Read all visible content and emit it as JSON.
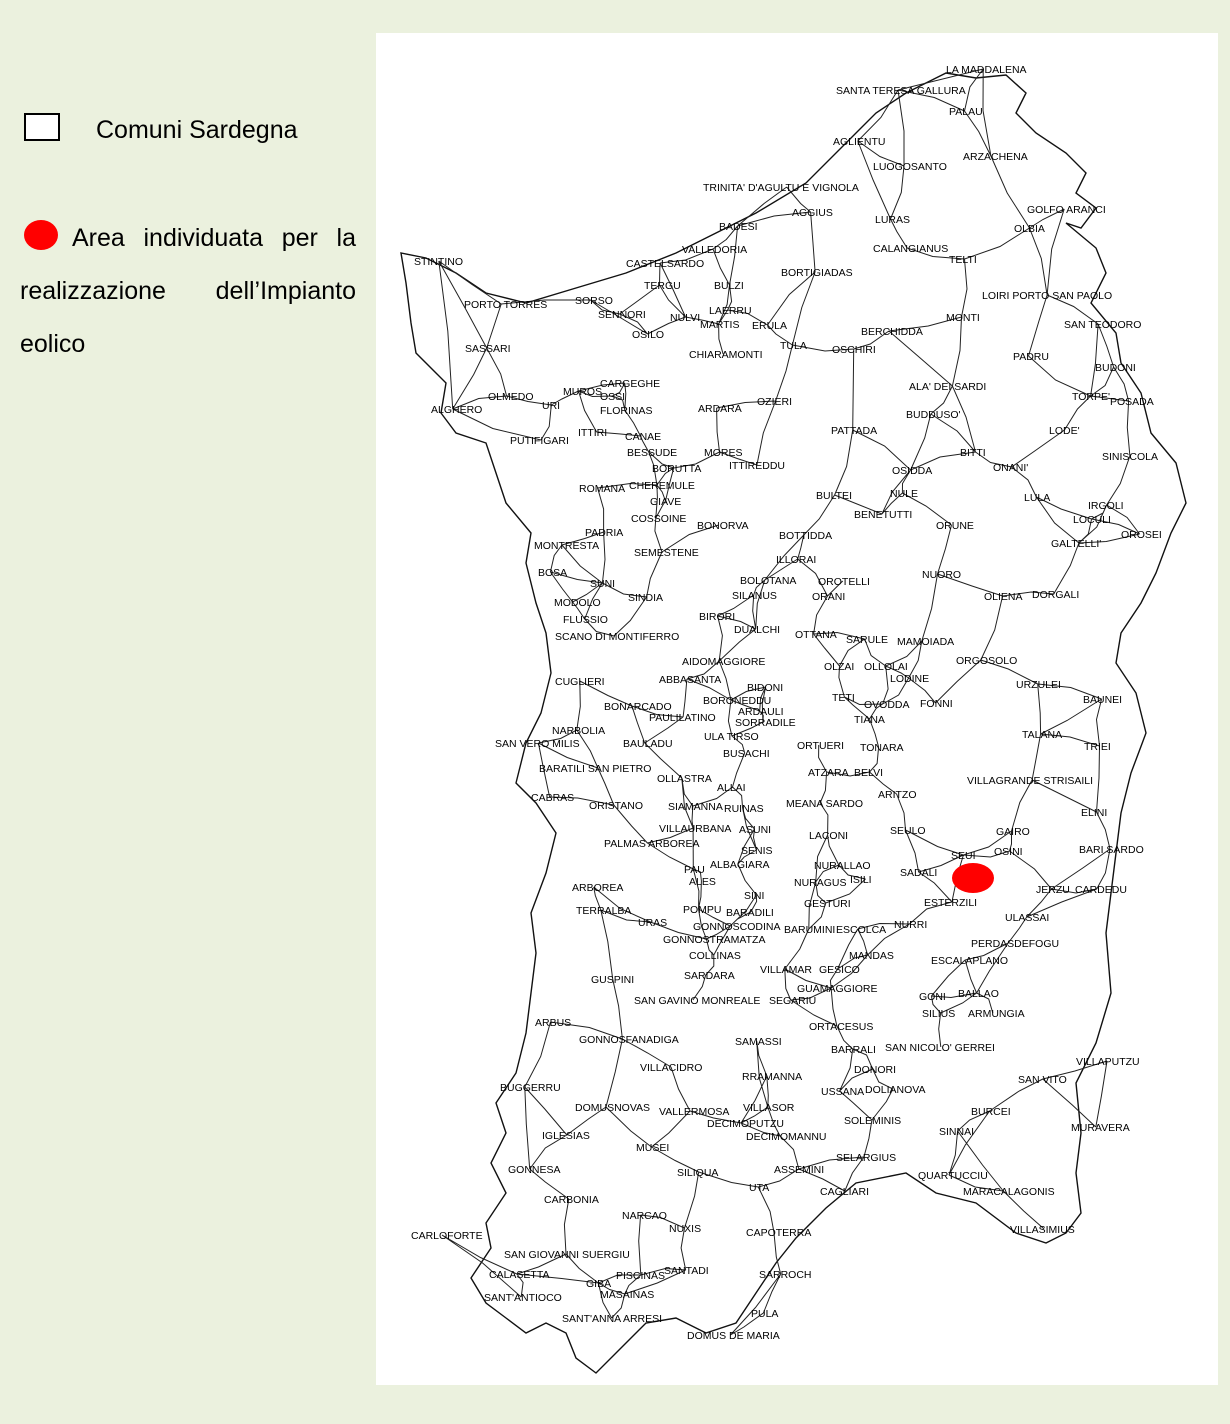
{
  "legend": {
    "comuni_label": "Comuni Sardegna",
    "area_label": "Area individuata per la realizzazione dell’Impianto eolico",
    "area_color": "#ff0000",
    "comuni_symbol": "white square with black outline"
  },
  "map": {
    "town_labels": [
      "LA MADDALENA",
      "SANTA TERESA GALLURA",
      "PALAU",
      "AGLIENTU",
      "ARZACHENA",
      "LUOGOSANTO",
      "TRINITA' D'AGULTU E VIGNOLA",
      "AGGIUS",
      "LURAS",
      "GOLFO ARANCI",
      "OLBIA",
      "BADESI",
      "VALLEDORIA",
      "CALANGIANUS",
      "TELTI",
      "STINTINO",
      "CASTELSARDO",
      "BORTIGIADAS",
      "TERGU",
      "BULZI",
      "LOIRI PORTO SAN PAOLO",
      "PORTO TORRES",
      "SORSO",
      "SENNORI",
      "NULVI",
      "LAERRU",
      "MARTIS",
      "ERULA",
      "MONTI",
      "SAN TEODORO",
      "BERCHIDDA",
      "OSILO",
      "SASSARI",
      "TULA",
      "OSCHIRI",
      "CHIARAMONTI",
      "PADRU",
      "BUDONI",
      "CARGEGHE",
      "OLMEDO",
      "MUROS",
      "OSSI",
      "ALA' DEI SARDI",
      "TORPE'",
      "POSADA",
      "ALGHERO",
      "URI",
      "FLORINAS",
      "ARDARA",
      "OZIERI",
      "BUDDUSO'",
      "ITTIRI",
      "PUTIFIGARI",
      "CANAE",
      "LODE'",
      "PATTADA",
      "BESSUDE",
      "MORES",
      "BITTI",
      "ONANI'",
      "SINISCOLA",
      "BORUTTA",
      "ITTIREDDU",
      "OSIDDA",
      "ROMANA",
      "CHEREMULE",
      "NULE",
      "LULA",
      "IRGOLI",
      "GIAVE",
      "BULTEI",
      "BENETUTTI",
      "COSSOINE",
      "LOCULI",
      "ORUNE",
      "BONORVA",
      "OROSEI",
      "GALTELLI'",
      "PADRIA",
      "BOTTIDDA",
      "MONTRESTA",
      "SEMESTENE",
      "ILLORAI",
      "BOSA",
      "SUNI",
      "BOLOTANA",
      "OROTELLI",
      "NUORO",
      "SINDIA",
      "SILANUS",
      "ORANI",
      "OLIENA",
      "DORGALI",
      "MODOLO",
      "FLUSSIO",
      "BIRORI",
      "DUALCHI",
      "SCANO DI MONTIFERRO",
      "OTTANA",
      "SARULE",
      "MAMOIADA",
      "AIDOMAGGIORE",
      "ORGOSOLO",
      "OLZAI",
      "OLLOLAI",
      "CUGLIERI",
      "ABBASANTA",
      "BIDONI",
      "TETI",
      "LODINE",
      "URZULEI",
      "BONARCADO",
      "BORONEDDU",
      "PAULILATINO",
      "ARDAULI",
      "OVODDA",
      "FONNI",
      "BAUNEI",
      "NARBOLIA",
      "TIANA",
      "SAN VERO MILIS",
      "BAULADU",
      "ULA TIRSO",
      "SORRADILE",
      "TALANA",
      "BUSACHI",
      "ORTUERI",
      "TONARA",
      "TRIEI",
      "BARATILI SAN PIETRO",
      "OLLASTRA",
      "ALLAI",
      "ATZARA",
      "BELVI",
      "VILLAGRANDE STRISAILI",
      "CABRAS",
      "ARITZO",
      "ORISTANO",
      "SIAMANNA",
      "RUINAS",
      "MEANA SARDO",
      "ELINI",
      "VILLAURBANA",
      "ASUNI",
      "LACONI",
      "SEULO",
      "GAIRO",
      "PALMAS ARBOREA",
      "SENIS",
      "OSINI",
      "BARI SARDO",
      "SEUI",
      "ALBAGIARA",
      "NURALLAO",
      "PAU",
      "ALES",
      "SADALI",
      "NURAGUS",
      "ISILI",
      "JERZU",
      "CARDEDU",
      "ARBOREA",
      "ESTERZILI",
      "SINI",
      "TERRALBA",
      "POMPU",
      "BARADILI",
      "GESTURI",
      "ULASSAI",
      "URAS",
      "GONNOSCODINA",
      "NURRI",
      "BARUMINI",
      "ESCOLCA",
      "GONNOSTRAMATZA",
      "PERDASDEFOGU",
      "COLLINAS",
      "MANDAS",
      "ESCALAPLANO",
      "VILLAMAR",
      "GESICO",
      "SARDARA",
      "GUSPINI",
      "GUAMAGGIORE",
      "GONI",
      "BALLAO",
      "SAN GAVINO MONREALE",
      "SEGARIU",
      "SILIUS",
      "ARMUNGIA",
      "ARBUS",
      "GONNOSFANADIGA",
      "ORTACESUS",
      "SAMASSI",
      "BARRALI",
      "SAN NICOLO' GERREI",
      "VILLAPUTZU",
      "VILLACIDRO",
      "DONORI",
      "SAN VITO",
      "RRAMANNA",
      "BUGGERRU",
      "USSANA",
      "DOLIANOVA",
      "DOMUSNOVAS",
      "VILLASOR",
      "VALLERMOSA",
      "BURCEI",
      "DECIMOPUTZU",
      "SOLEMINIS",
      "MURAVERA",
      "IGLESIAS",
      "DECIMOMANNU",
      "SINNAI",
      "MUSEI",
      "SELARGIUS",
      "GONNESA",
      "SILIQUA",
      "ASSEMINI",
      "QUARTUCCIU",
      "CARBONIA",
      "UTA",
      "CAGLIARI",
      "MARACALAGONIS",
      "NARCAO",
      "NUXIS",
      "VILLASIMIUS",
      "CARLOFORTE",
      "CAPOTERRA",
      "SAN GIOVANNI SUERGIU",
      "CALASETTA",
      "SANTADI",
      "SARROCH",
      "GIBA",
      "PISCINAS",
      "MASAINAS",
      "SANT'ANTIOCO",
      "SANT'ANNA ARRESI",
      "PULA",
      "DOMUS DE MARIA"
    ],
    "highlighted_area_near": "SEUI"
  }
}
